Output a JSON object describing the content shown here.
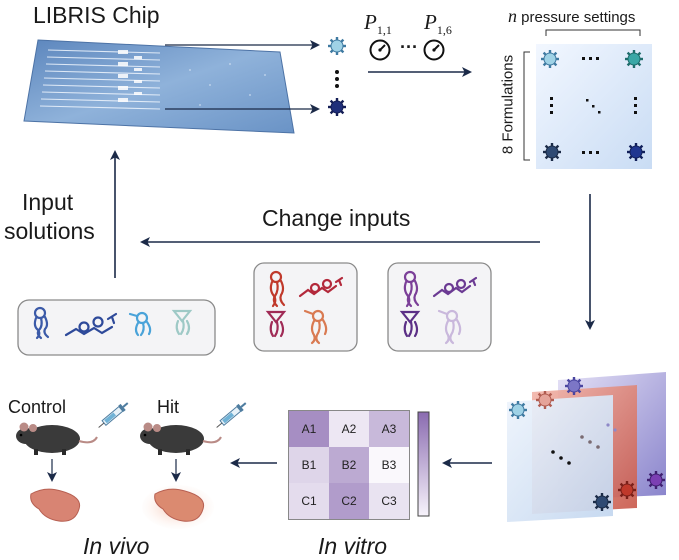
{
  "title_chip": "LIBRIS Chip",
  "pressure": {
    "p_first": "P",
    "p_first_sub": "1,1",
    "ellipsis": "···",
    "p_last": "P",
    "p_last_sub": "1,6"
  },
  "matrix": {
    "n_symbol": "n",
    "header": "pressure settings",
    "row_label": "8 Formulations"
  },
  "input_solutions": {
    "line1": "Input",
    "line2": "solutions"
  },
  "change_inputs": "Change inputs",
  "mice": {
    "control": "Control",
    "hit": "Hit"
  },
  "bottom": {
    "in_vivo": "In vivo",
    "in_vitro": "In vitro"
  },
  "heatmap": {
    "cells": [
      {
        "label": "A1",
        "level": 0.75
      },
      {
        "label": "A2",
        "level": 0.12
      },
      {
        "label": "A3",
        "level": 0.45
      },
      {
        "label": "B1",
        "level": 0.25
      },
      {
        "label": "B2",
        "level": 0.55
      },
      {
        "label": "B3",
        "level": 0.0
      },
      {
        "label": "C1",
        "level": 0.2
      },
      {
        "label": "C2",
        "level": 0.65
      },
      {
        "label": "C3",
        "level": 0.15
      }
    ]
  },
  "colors": {
    "arrow": "#1b2a48",
    "heat_high": "#8a6bb0",
    "chip": "#6d93c2",
    "red_lipid": "#c0392b",
    "purple_lipid": "#7b3f98",
    "blue_lipid": "#3b5aa8"
  }
}
